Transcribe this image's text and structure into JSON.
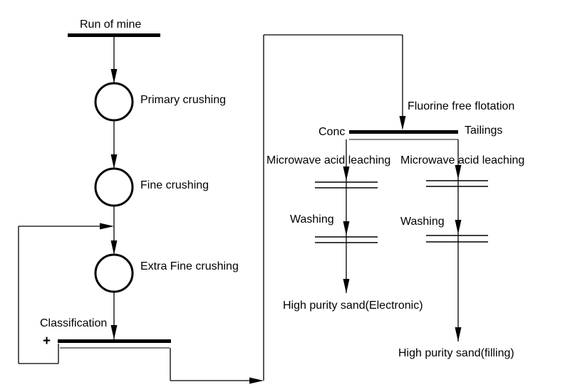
{
  "diagram": {
    "type": "process-flowsheet",
    "description": "Mineral processing flowsheet from run of mine ore to high purity sand products",
    "colors": {
      "line": "#000000",
      "thin_underline": "#777777",
      "background": "#ffffff",
      "text": "#000000"
    },
    "labels": {
      "run_of_mine": "Run of mine",
      "primary_crushing": "Primary crushing",
      "fine_crushing": "Fine crushing",
      "extra_fine_crushing": "Extra Fine crushing",
      "classification": "Classification",
      "plus": "+",
      "fluorine_free_flotation": "Fluorine free flotation",
      "conc": "Conc",
      "tailings": "Tailings",
      "microwave_acid_leaching_left": "Microwave acid leaching",
      "microwave_acid_leaching_right": "Microwave acid leaching",
      "washing_left": "Washing",
      "washing_right": "Washing",
      "product_left": "High purity sand(Electronic)",
      "product_right": "High purity sand(filling)"
    },
    "flow": [
      "Run of mine -> Primary crushing -> Fine crushing -> Extra Fine crushing -> Classification",
      "Classification + (oversize) recycles back to Extra Fine crushing",
      "Classification undersize -> Fluorine free flotation",
      "Flotation Conc -> Microwave acid leaching -> Washing -> High purity sand(Electronic)",
      "Flotation Tailings -> Microwave acid leaching -> Washing -> High purity sand(filling)"
    ]
  }
}
